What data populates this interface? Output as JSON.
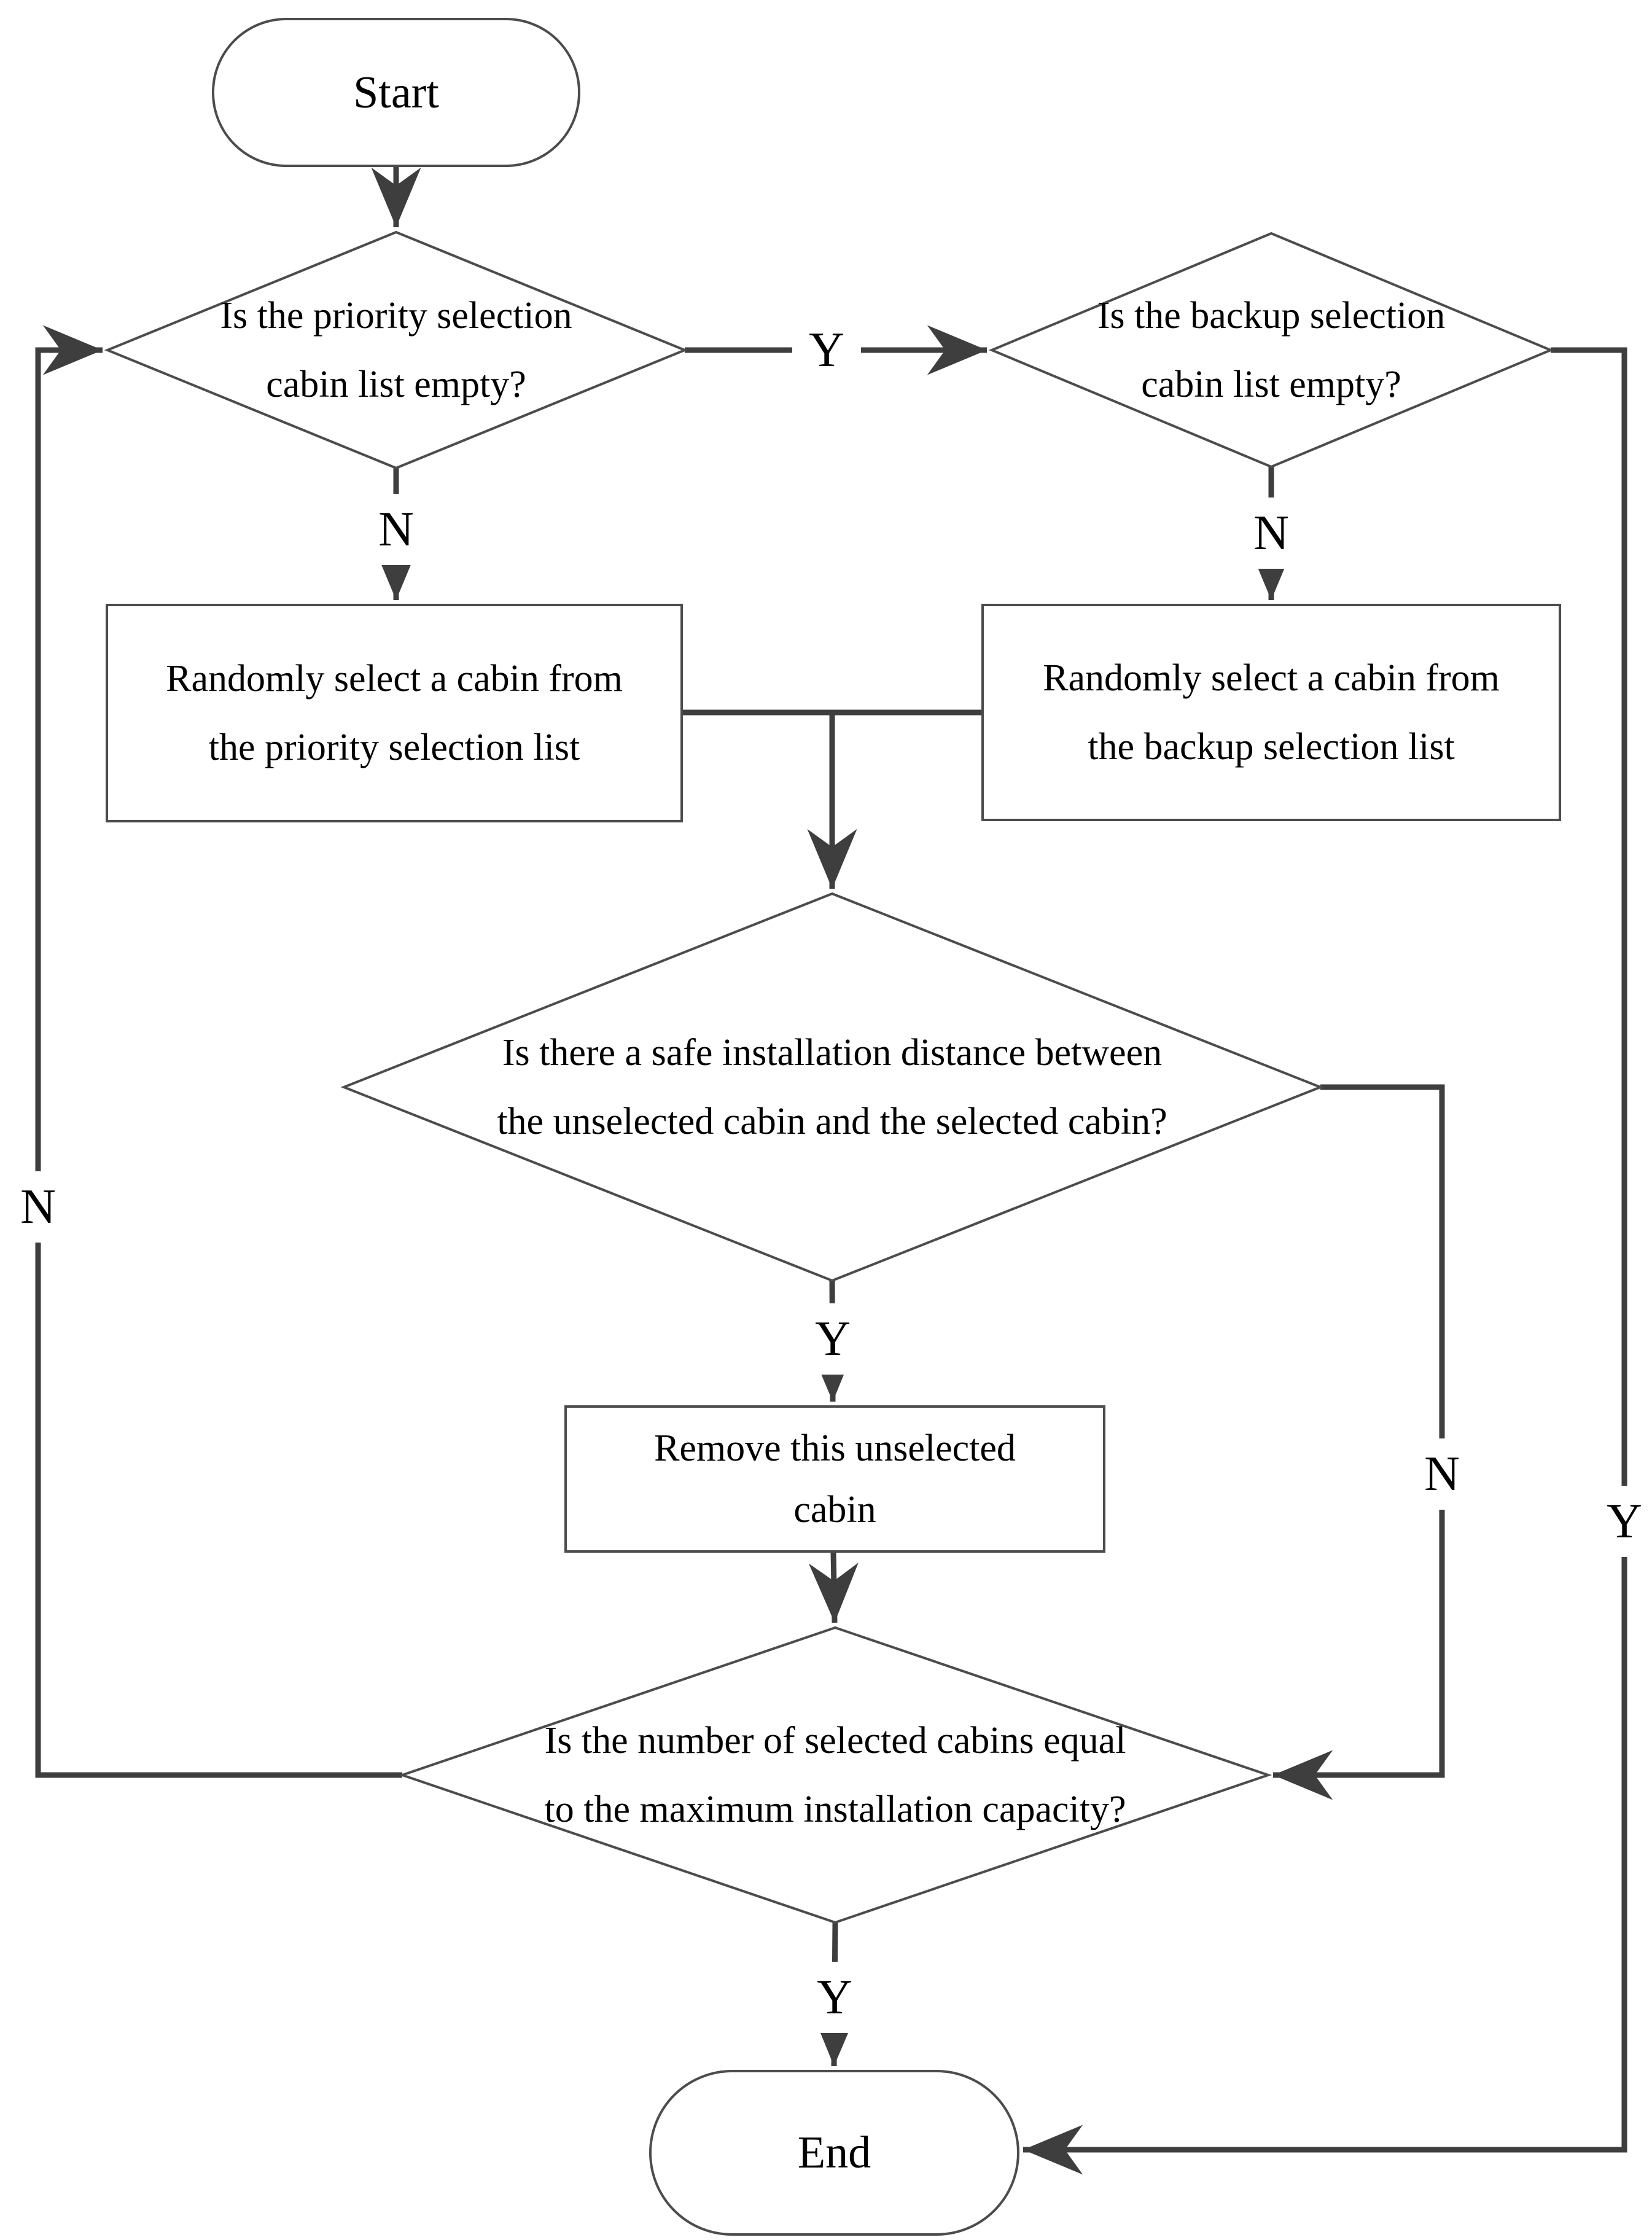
{
  "diagram": {
    "title": "Cabin selection flowchart",
    "background_color": "#ffffff",
    "edge_color": "#3e3e3e",
    "shape_border_color": "#4c4c4c",
    "shape_fill_color": "#ffffff",
    "text_color": "#000000"
  },
  "nodes": {
    "start": {
      "type": "terminator",
      "label": "Start"
    },
    "priority_empty": {
      "type": "decision",
      "lines": [
        "Is the priority selection",
        "cabin list empty?"
      ]
    },
    "backup_empty": {
      "type": "decision",
      "lines": [
        "Is the backup selection",
        "cabin list empty?"
      ]
    },
    "select_priority": {
      "type": "process",
      "lines": [
        "Randomly select a cabin from",
        "the priority selection list"
      ]
    },
    "select_backup": {
      "type": "process",
      "lines": [
        "Randomly select a cabin from",
        "the backup selection list"
      ]
    },
    "safe_distance": {
      "type": "decision",
      "lines": [
        "Is there a safe installation distance between",
        "the unselected cabin and the selected cabin?"
      ]
    },
    "remove_cabin": {
      "type": "process",
      "lines": [
        "Remove this unselected",
        "cabin"
      ]
    },
    "capacity_reached": {
      "type": "decision",
      "lines": [
        "Is the number of selected cabins equal",
        "to the maximum installation capacity?"
      ]
    },
    "end": {
      "type": "terminator",
      "label": "End"
    }
  },
  "edge_labels": {
    "priority_yes": "Y",
    "priority_no": "N",
    "backup_no": "N",
    "safe_yes": "Y",
    "safe_no": "N",
    "capacity_yes": "Y",
    "capacity_no": "N",
    "backup_yes": "Y"
  }
}
